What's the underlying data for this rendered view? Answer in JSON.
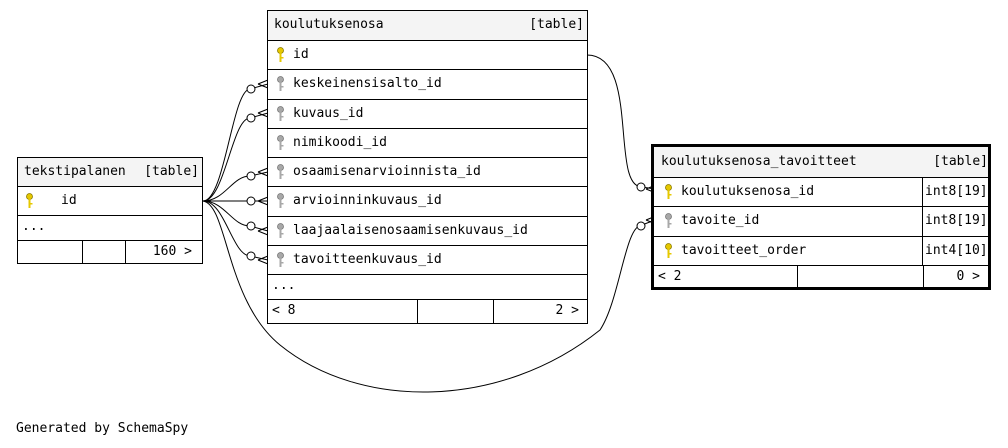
{
  "tables": {
    "tekstipalanen": {
      "name": "tekstipalanen",
      "type": "[table]",
      "columns": [
        {
          "name": "id",
          "key": "primary"
        }
      ],
      "more": "...",
      "footer": {
        "left": "",
        "middle": "",
        "right": "160 >"
      }
    },
    "koulutuksenosa": {
      "name": "koulutuksenosa",
      "type": "[table]",
      "columns": [
        {
          "name": "id",
          "key": "primary"
        },
        {
          "name": "keskeinensisalto_id",
          "key": "foreign"
        },
        {
          "name": "kuvaus_id",
          "key": "foreign"
        },
        {
          "name": "nimikoodi_id",
          "key": "foreign"
        },
        {
          "name": "osaamisenarvioinnista_id",
          "key": "foreign"
        },
        {
          "name": "arvioinninkuvaus_id",
          "key": "foreign"
        },
        {
          "name": "laajaalaisenosaamisenkuvaus_id",
          "key": "foreign"
        },
        {
          "name": "tavoitteenkuvaus_id",
          "key": "foreign"
        }
      ],
      "more": "...",
      "footer": {
        "left": "< 8",
        "middle": "",
        "right": "2 >"
      }
    },
    "koulutuksenosa_tavoitteet": {
      "name": "koulutuksenosa_tavoitteet",
      "type": "[table]",
      "columns": [
        {
          "name": "koulutuksenosa_id",
          "type": "int8[19]",
          "key": "primary"
        },
        {
          "name": "tavoite_id",
          "type": "int8[19]",
          "key": "foreign"
        },
        {
          "name": "tavoitteet_order",
          "type": "int4[10]",
          "key": "primary"
        }
      ],
      "footer": {
        "left": "< 2",
        "middle": "",
        "right": "0 >"
      }
    }
  },
  "colors": {
    "primary_key": "#e6c800",
    "foreign_key": "#a8a8a8",
    "header_bg": "#f4f4f4"
  },
  "generated_by": "Generated by SchemaSpy"
}
